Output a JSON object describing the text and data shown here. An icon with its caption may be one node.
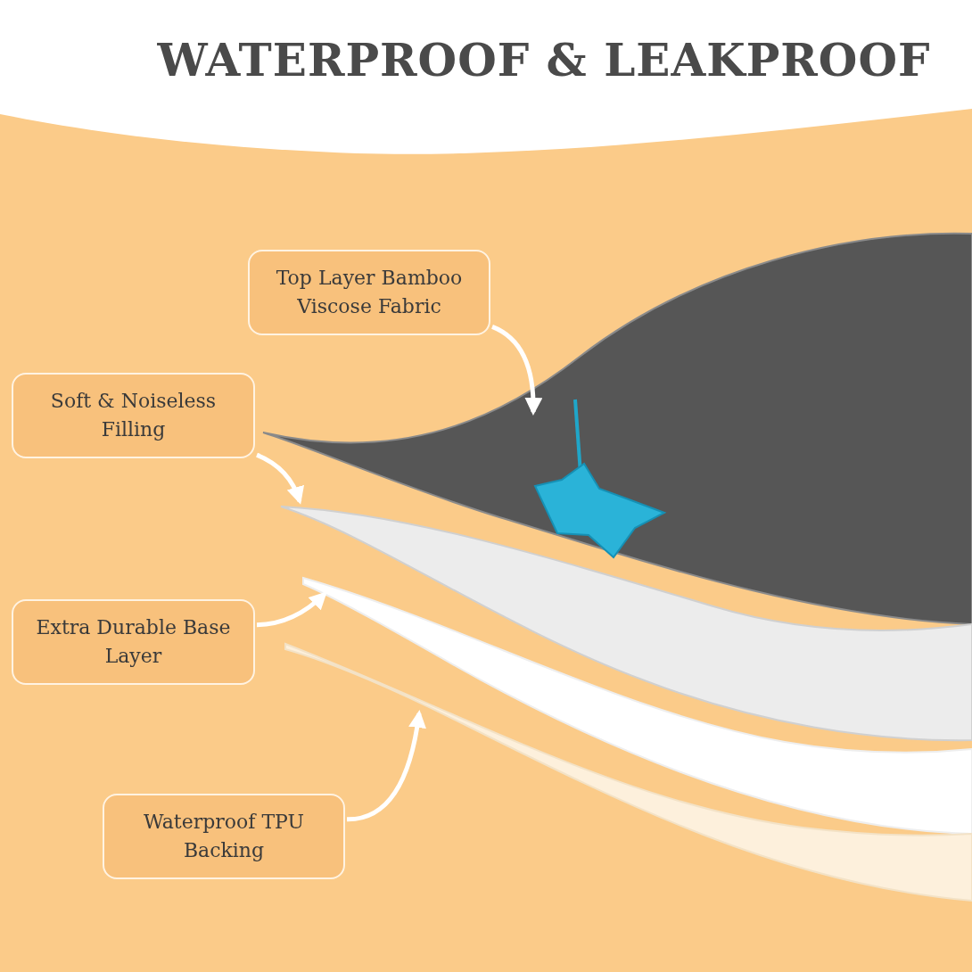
{
  "diagram": {
    "title": "WATERPROOF & LEAKPROOF",
    "nodes": [
      {
        "text": [
          "Top Layer Bamboo Viscose Fabric"
        ]
      },
      {
        "text": [
          "Soft & Noiseless Filling"
        ]
      },
      {
        "text": [
          "Extra Durable Base Layer"
        ]
      },
      {
        "text": [
          "Waterproof TPU Backing"
        ]
      },
      {
        "text": [],
        "shape": "band"
      },
      {
        "text": [],
        "shape": "band"
      },
      {
        "text": [],
        "shape": "band"
      },
      {
        "text": [],
        "shape": "band"
      }
    ],
    "edges": [
      {
        "from": 0,
        "to": 4,
        "arrow": "to"
      },
      {
        "from": 1,
        "to": 5,
        "arrow": "to"
      },
      {
        "from": 2,
        "to": 6,
        "arrow": "to"
      },
      {
        "from": 3,
        "to": 7,
        "arrow": "to"
      }
    ]
  }
}
